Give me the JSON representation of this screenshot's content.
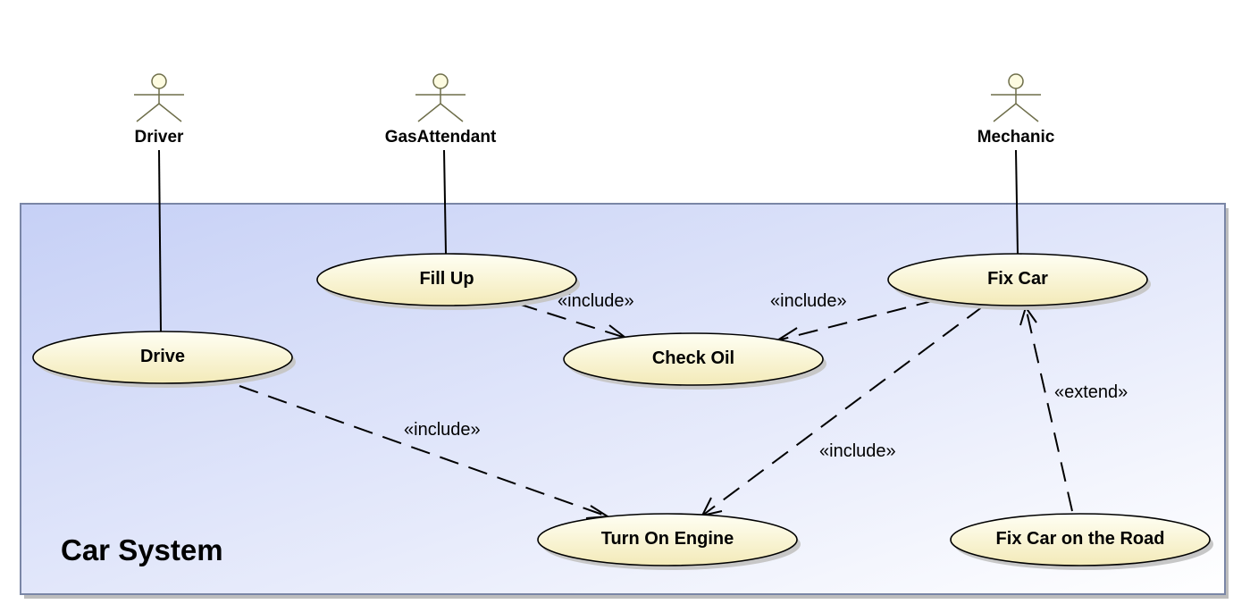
{
  "system": {
    "name": "Car System"
  },
  "actors": [
    {
      "id": "driver",
      "name": "Driver"
    },
    {
      "id": "gas",
      "name": "GasAttendant"
    },
    {
      "id": "mechanic",
      "name": "Mechanic"
    }
  ],
  "use_cases": {
    "drive": "Drive",
    "fill_up": "Fill Up",
    "check_oil": "Check Oil",
    "fix_car": "Fix Car",
    "turn_on_engine": "Turn On Engine",
    "fix_car_road": "Fix Car on the Road"
  },
  "relations": {
    "fillup_checkoil": "«include»",
    "fixcar_checkoil": "«include»",
    "drive_engine": "«include»",
    "fixcar_engine": "«include»",
    "road_fixcar": "«extend»"
  },
  "colors": {
    "system_fill_left": "#c6d0f6",
    "system_fill_right": "#ffffff",
    "system_border": "#7a86a6",
    "usecase_fill_light": "#fffff4",
    "usecase_fill_dark": "#f3eab8"
  }
}
